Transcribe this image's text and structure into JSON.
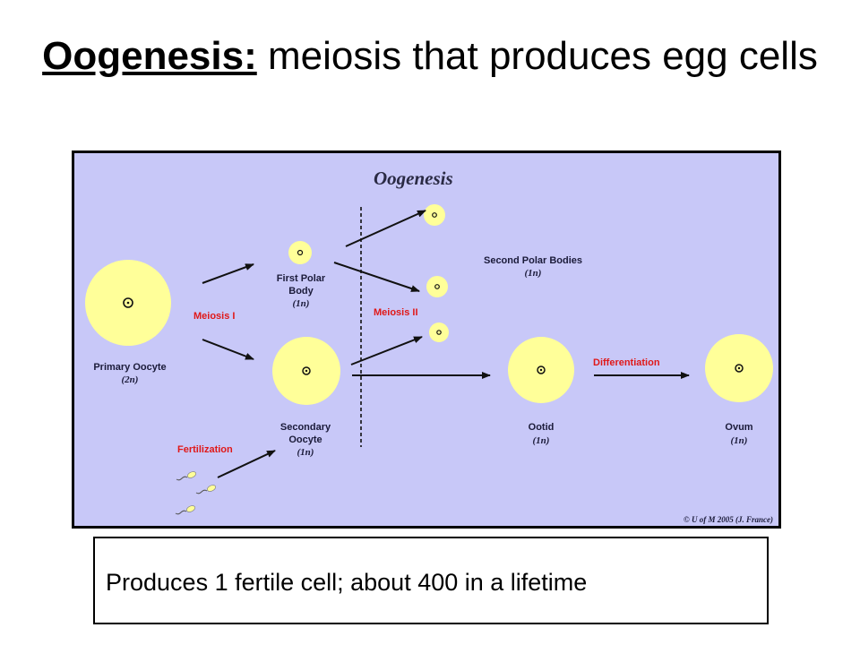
{
  "slide": {
    "title_bold": "Oogenesis:",
    "title_rest": " meiosis that produces egg cells"
  },
  "diagram": {
    "title": "Oogenesis",
    "stages": {
      "primary": {
        "label": "Primary Oocyte",
        "ploidy": "(2n)"
      },
      "first_polar": {
        "line1": "First Polar",
        "line2": "Body",
        "ploidy": "(1n)"
      },
      "secondary": {
        "line1": "Secondary",
        "line2": "Oocyte",
        "ploidy": "(1n)"
      },
      "second_polar": {
        "label": "Second Polar Bodies",
        "ploidy": "(1n)"
      },
      "ootid": {
        "label": "Ootid",
        "ploidy": "(1n)"
      },
      "ovum": {
        "label": "Ovum",
        "ploidy": "(1n)"
      }
    },
    "process_labels": {
      "meiosis_1": "Meiosis I",
      "meiosis_2": "Meiosis II",
      "differentiation": "Differentiation",
      "fertilization": "Fertilization"
    },
    "copyright": "© U of M 2005 (J. France)",
    "colors": {
      "background": "#c8c8f8",
      "cell": "#ffff99",
      "process_label": "#e01818",
      "arrow": "#111111"
    }
  },
  "caption": {
    "text": "Produces 1 fertile cell; about 400 in a lifetime"
  }
}
